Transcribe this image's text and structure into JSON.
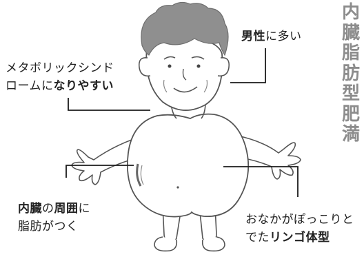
{
  "title": {
    "chars": [
      "内",
      "臓",
      "脂",
      "肪",
      "型",
      "肥",
      "満"
    ]
  },
  "callouts": {
    "male": {
      "bold": "男性",
      "rest": "に多い"
    },
    "metabolic": {
      "line1": "メタボリックシンド",
      "line2_plain": "ロームに",
      "line2_bold": "なりやすい"
    },
    "visceral": {
      "line1_bold_a": "内臓",
      "line1_plain_a": "の",
      "line1_bold_b": "周囲",
      "line1_plain_b": "に",
      "line2": "脂肪がつく"
    },
    "apple": {
      "line1": "おなかがぽっこりと",
      "line2_plain": "でた",
      "line2_bold": "リンゴ体型"
    }
  },
  "colors": {
    "hair": "#8f8f8f",
    "outline": "#555555",
    "skin": "#ffffff",
    "leader": "#1a1a1a",
    "title": "#8c8c8c"
  }
}
